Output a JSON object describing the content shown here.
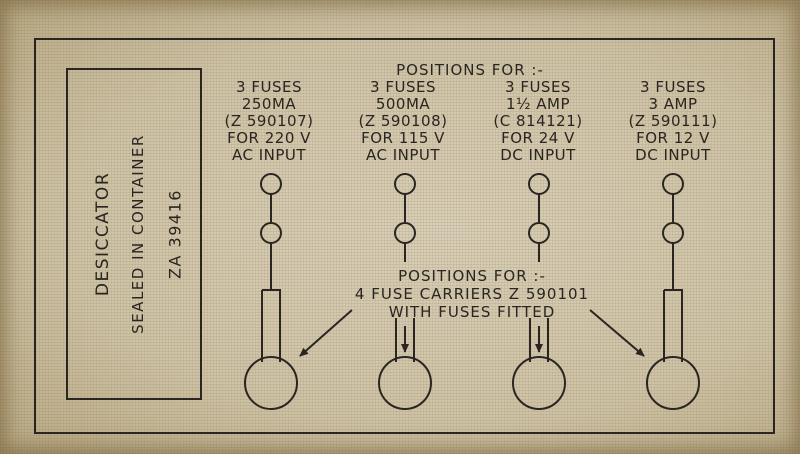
{
  "desiccator": {
    "title": "DESICCATOR",
    "line2": "SEALED IN CONTAINER",
    "code": "ZA  39416"
  },
  "positions_header": "POSITIONS  FOR :-",
  "fuse_specs": [
    {
      "lines": [
        "3 FUSES",
        "250MA",
        "(Z 590107)",
        "FOR 220 V",
        "AC INPUT"
      ]
    },
    {
      "lines": [
        "3 FUSES",
        "500MA",
        "(Z 590108)",
        "FOR 115 V",
        "AC INPUT"
      ]
    },
    {
      "lines": [
        "3 FUSES",
        "1½ AMP",
        "(C 814121)",
        "FOR 24 V",
        "DC INPUT"
      ]
    },
    {
      "lines": [
        "3 FUSES",
        "3 AMP",
        "(Z 590111)",
        "FOR 12 V",
        "DC INPUT"
      ]
    }
  ],
  "carriers_note": {
    "line1": "POSITIONS  FOR :-",
    "line2": "4  FUSE  CARRIERS  Z  590101",
    "line3": "WITH  FUSES  FITTED"
  }
}
